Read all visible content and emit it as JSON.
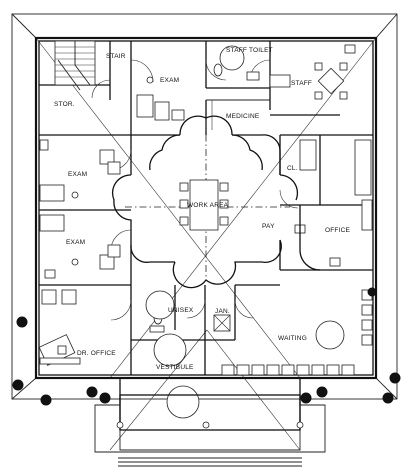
{
  "rooms": {
    "stair": "STAIR",
    "exam_top": "EXAM",
    "staff_toilet": "STAFF TOILET",
    "staff": "STAFF",
    "storage": "STOR.",
    "medicine": "MEDICINE",
    "exam_left_upper": "EXAM",
    "exam_left_lower": "EXAM",
    "closet": "CL.",
    "work_area": "WORK AREA",
    "pay": "PAY",
    "office": "OFFICE",
    "unisex": "UNISEX",
    "jan": "JAN.",
    "dr_office": "DR. OFFICE",
    "waiting": "WAITING",
    "vestibule": "VESTIBULE"
  }
}
